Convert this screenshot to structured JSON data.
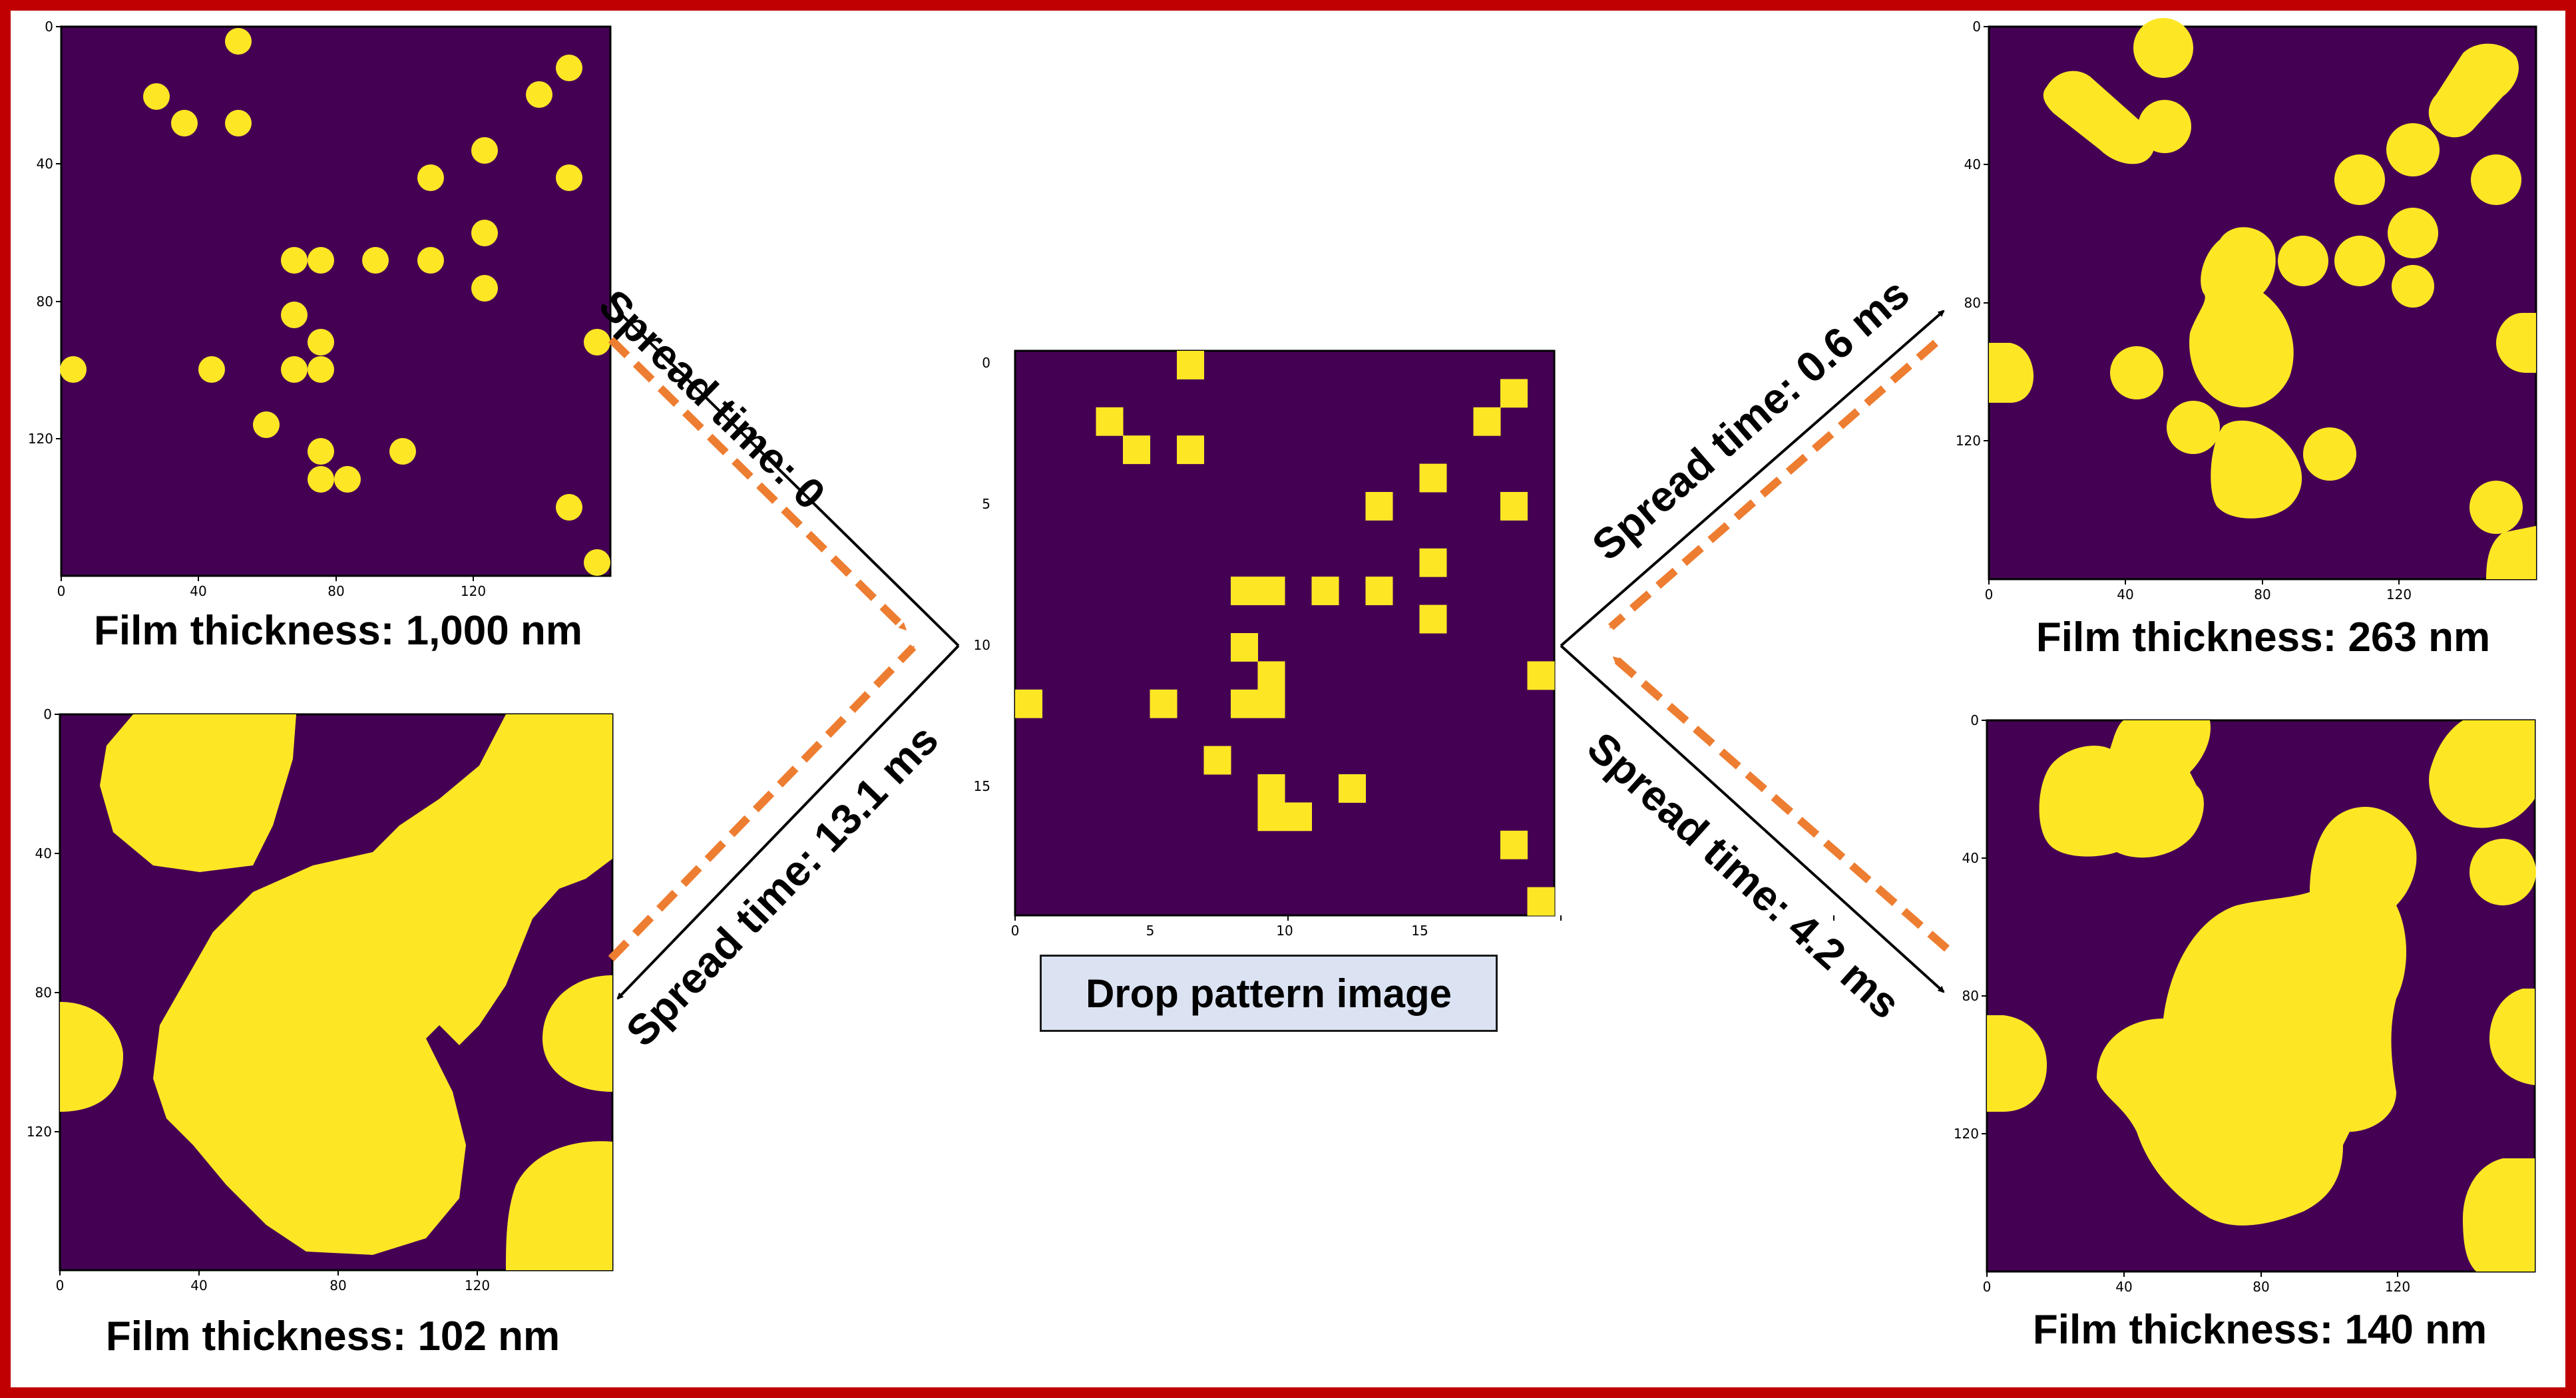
{
  "colors": {
    "frame": "#c00000",
    "background": "#440154",
    "drops": "#fde725",
    "arrow_dashed": "#ed7d31",
    "arrow_solid": "#000000",
    "label_box": "#dbe3f3"
  },
  "center": {
    "label": "Drop pattern image",
    "grid": 20,
    "x_ticks": [
      "0",
      "5",
      "10",
      "15"
    ],
    "y_ticks": [
      "0",
      "5",
      "10",
      "15"
    ],
    "cells": [
      [
        6,
        0
      ],
      [
        18,
        1
      ],
      [
        3,
        2
      ],
      [
        17,
        2
      ],
      [
        4,
        3
      ],
      [
        6,
        3
      ],
      [
        15,
        4
      ],
      [
        13,
        5
      ],
      [
        18,
        5
      ],
      [
        15,
        7
      ],
      [
        8,
        8
      ],
      [
        9,
        8
      ],
      [
        11,
        8
      ],
      [
        13,
        8
      ],
      [
        15,
        9
      ],
      [
        8,
        10
      ],
      [
        9,
        11
      ],
      [
        19,
        11
      ],
      [
        0,
        12
      ],
      [
        5,
        12
      ],
      [
        8,
        12
      ],
      [
        9,
        12
      ],
      [
        7,
        14
      ],
      [
        9,
        15
      ],
      [
        12,
        15
      ],
      [
        9,
        16
      ],
      [
        10,
        16
      ],
      [
        18,
        17
      ],
      [
        19,
        19
      ]
    ]
  },
  "panels": {
    "tl": {
      "caption": "Film thickness: 1,000 nm",
      "ticks": [
        "0",
        "40",
        "80",
        "120"
      ]
    },
    "bl": {
      "caption": "Film thickness: 102 nm",
      "ticks": [
        "0",
        "40",
        "80",
        "120"
      ]
    },
    "tr": {
      "caption": "Film thickness: 263 nm",
      "ticks": [
        "0",
        "40",
        "80",
        "120"
      ]
    },
    "br": {
      "caption": "Film thickness: 140 nm",
      "ticks": [
        "0",
        "40",
        "80",
        "120"
      ]
    }
  },
  "arrows": {
    "tl": "Spread time: 0",
    "bl": "Spread time: 13.1 ms",
    "tr": "Spread time: 0.6 ms",
    "br": "Spread time: 4.2 ms"
  }
}
